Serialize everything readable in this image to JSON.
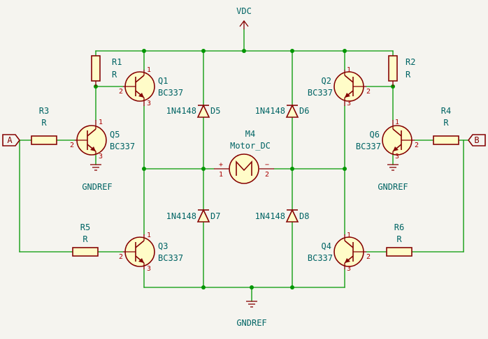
{
  "power": {
    "vdc": "VDC",
    "gnd": "GNDREF"
  },
  "labels": {
    "a": "A",
    "b": "B"
  },
  "transistors": [
    {
      "ref": "Q1",
      "value": "BC337"
    },
    {
      "ref": "Q2",
      "value": "BC337"
    },
    {
      "ref": "Q3",
      "value": "BC337"
    },
    {
      "ref": "Q4",
      "value": "BC337"
    },
    {
      "ref": "Q5",
      "value": "BC337"
    },
    {
      "ref": "Q6",
      "value": "BC337"
    }
  ],
  "resistors": [
    {
      "ref": "R1",
      "value": "R"
    },
    {
      "ref": "R2",
      "value": "R"
    },
    {
      "ref": "R3",
      "value": "R"
    },
    {
      "ref": "R4",
      "value": "R"
    },
    {
      "ref": "R5",
      "value": "R"
    },
    {
      "ref": "R6",
      "value": "R"
    }
  ],
  "diodes": [
    {
      "ref": "D5",
      "value": "1N4148"
    },
    {
      "ref": "D6",
      "value": "1N4148"
    },
    {
      "ref": "D7",
      "value": "1N4148"
    },
    {
      "ref": "D8",
      "value": "1N4148"
    }
  ],
  "motor": {
    "ref": "M4",
    "value": "Motor_DC",
    "plus": "+",
    "minus": "−"
  },
  "pin_numbers": {
    "p1": "1",
    "p2": "2",
    "p3": "3"
  }
}
